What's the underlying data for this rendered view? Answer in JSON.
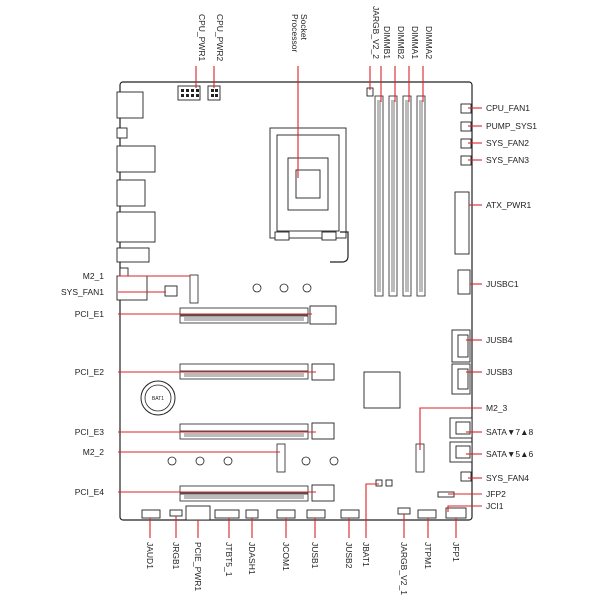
{
  "diagram": {
    "right_labels": [
      {
        "id": "cpu_fan1",
        "text": "CPU_FAN1"
      },
      {
        "id": "pump_sys1",
        "text": "PUMP_SYS1"
      },
      {
        "id": "sys_fan2",
        "text": "SYS_FAN2"
      },
      {
        "id": "sys_fan3",
        "text": "SYS_FAN3"
      },
      {
        "id": "atx_pwr1",
        "text": "ATX_PWR1"
      },
      {
        "id": "jusbc1",
        "text": "JUSBC1"
      },
      {
        "id": "jusb4",
        "text": "JUSB4"
      },
      {
        "id": "jusb3",
        "text": "JUSB3"
      },
      {
        "id": "m2_3",
        "text": "M2_3"
      },
      {
        "id": "sata78",
        "text": "SATA▼7▲8"
      },
      {
        "id": "sata56",
        "text": "SATA▼5▲6"
      },
      {
        "id": "sys_fan4",
        "text": "SYS_FAN4"
      },
      {
        "id": "jfp2",
        "text": "JFP2"
      },
      {
        "id": "jci1",
        "text": "JCI1"
      }
    ],
    "left_labels": [
      {
        "id": "m2_1",
        "text": "M2_1"
      },
      {
        "id": "sys_fan1",
        "text": "SYS_FAN1"
      },
      {
        "id": "pci_e1",
        "text": "PCI_E1"
      },
      {
        "id": "pci_e2",
        "text": "PCI_E2"
      },
      {
        "id": "pci_e3",
        "text": "PCI_E3"
      },
      {
        "id": "m2_2",
        "text": "M2_2"
      },
      {
        "id": "pci_e4",
        "text": "PCI_E4"
      }
    ],
    "top_labels": [
      {
        "id": "cpu_pwr1",
        "text": "CPU_PWR1"
      },
      {
        "id": "cpu_pwr2",
        "text": "CPU_PWR2"
      },
      {
        "id": "processor_socket_1",
        "text": "Processor"
      },
      {
        "id": "processor_socket_2",
        "text": "Socket"
      },
      {
        "id": "jargb_v2_2",
        "text": "JARGB_V2_2"
      },
      {
        "id": "dimmb1",
        "text": "DIMMB1"
      },
      {
        "id": "dimmb2",
        "text": "DIMMB2"
      },
      {
        "id": "dimma1",
        "text": "DIMMA1"
      },
      {
        "id": "dimma2",
        "text": "DIMMA2"
      }
    ],
    "bottom_labels": [
      {
        "id": "jaud1",
        "text": "JAUD1"
      },
      {
        "id": "jrgb1",
        "text": "JRGB1"
      },
      {
        "id": "pcie_pwr1",
        "text": "PCIE_PWR1"
      },
      {
        "id": "jtbt5_1",
        "text": "JTBT5_1"
      },
      {
        "id": "jdash1",
        "text": "JDASH1"
      },
      {
        "id": "jcom1",
        "text": "JCOM1"
      },
      {
        "id": "jusb1",
        "text": "JUSB1"
      },
      {
        "id": "jusb2",
        "text": "JUSB2"
      },
      {
        "id": "jbat1",
        "text": "JBAT1"
      },
      {
        "id": "jargb_v2_1",
        "text": "JARGB_V2_1"
      },
      {
        "id": "jtpm1",
        "text": "JTPM1"
      },
      {
        "id": "jfp1",
        "text": "JFP1"
      }
    ],
    "bat_label": "BAT1",
    "colors": {
      "leader": "#d9232a",
      "outline": "#222222"
    }
  }
}
